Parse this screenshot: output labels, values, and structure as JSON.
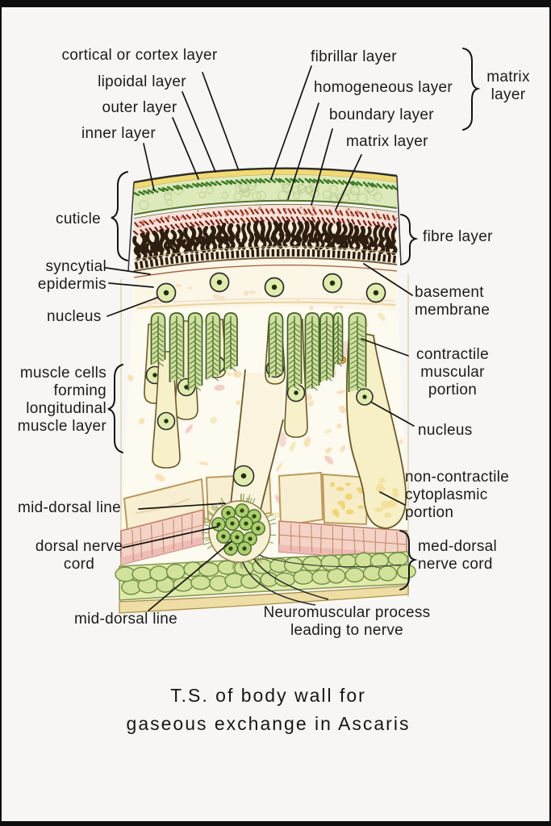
{
  "palette": {
    "ink": "#141414",
    "yellow_band": "#f1d974",
    "leaf_green": "#3c7a26",
    "cobble_green": "#dde9ba",
    "pink_band": "#f7e1d8",
    "fibre_brown": "#2e1d11",
    "cream": "#f7efdc",
    "cell_green": "#cede9c",
    "nucleus_green": "#e0ebae",
    "brick_pink": "#f4d3c6",
    "bubble_green": "#d2e29a",
    "tan_band": "#eedda4"
  },
  "labels": {
    "cortical": "cortical or cortex layer",
    "lipoidal": "lipoidal layer",
    "outer": "outer layer",
    "inner": "inner layer",
    "fibrillar": "fibrillar layer",
    "homogeneous": "homogeneous layer",
    "boundary": "boundary layer",
    "matrix": "matrix layer",
    "matrix_group": "matrix layer",
    "cuticle": "cuticle",
    "fibre": "fibre layer",
    "syncytial_epidermis": "syncytial epidermis",
    "basement_membrane": "basement membrane",
    "nucleus_left": "nucleus",
    "muscle_cells": "muscle cells forming longitudinal muscle layer",
    "contractile": "contractile muscular portion",
    "nucleus_right": "nucleus",
    "non_contractile": "non-contractile cytoplasmic portion",
    "mid_dorsal_top": "mid-dorsal line",
    "dorsal_nerve_cord": "dorsal nerve cord",
    "mid_dorsal_bottom": "mid-dorsal line",
    "med_dorsal": "med-dorsal nerve cord",
    "neuromuscular": "Neuromuscular process leading to nerve"
  },
  "title": {
    "line1": "T.S. of body wall for",
    "line2": "gaseous exchange in Ascaris"
  }
}
